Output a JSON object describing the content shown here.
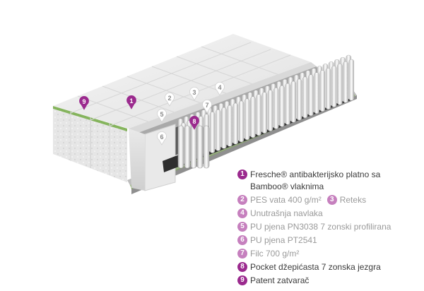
{
  "colors": {
    "accent": "#9b2a8e",
    "accent_light": "#c680be",
    "text_dark": "#3b3b3b",
    "text_light": "#9a9a9a"
  },
  "legend": {
    "items": [
      {
        "num": "1",
        "text": "Fresche® antibakterijsko platno sa Bamboo® vlaknima",
        "style": "strong"
      },
      {
        "num": "2",
        "text": "PES vata 400 g/m²",
        "style": "light"
      },
      {
        "num": "3",
        "text": "Reteks",
        "style": "light"
      },
      {
        "num": "4",
        "text": "Unutrašnja navlaka",
        "style": "light"
      },
      {
        "num": "5",
        "text": "PU pjena PN3038 7 zonski profilirana",
        "style": "light"
      },
      {
        "num": "6",
        "text": "PU pjena PT2541",
        "style": "light"
      },
      {
        "num": "7",
        "text": "Filc 700 g/m²",
        "style": "light"
      },
      {
        "num": "8",
        "text": "Pocket džepićasta 7 zonska jezgra",
        "style": "strong"
      },
      {
        "num": "9",
        "text": "Patent zatvarač",
        "style": "strong"
      }
    ]
  },
  "pins": [
    {
      "num": "9",
      "style": "accent"
    },
    {
      "num": "1",
      "style": "accent"
    },
    {
      "num": "2",
      "style": "white"
    },
    {
      "num": "3",
      "style": "white"
    },
    {
      "num": "4",
      "style": "white"
    },
    {
      "num": "5",
      "style": "white"
    },
    {
      "num": "7",
      "style": "white"
    },
    {
      "num": "8",
      "style": "accent"
    },
    {
      "num": "6",
      "style": "white"
    }
  ]
}
